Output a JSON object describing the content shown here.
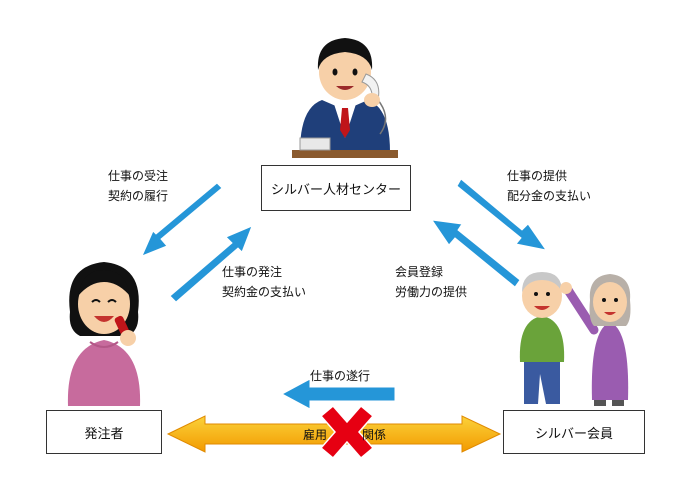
{
  "nodes": {
    "center": "シルバー人材センター",
    "client": "発注者",
    "member": "シルバー会員"
  },
  "labels": {
    "center_to_client": [
      "仕事の受注",
      "契約の履行"
    ],
    "client_to_center": [
      "仕事の発注",
      "契約金の支払い"
    ],
    "center_to_member": [
      "仕事の提供",
      "配分金の支払い"
    ],
    "member_to_center": [
      "会員登録",
      "労働力の提供"
    ],
    "member_to_client": "仕事の遂行",
    "employment_left": "雇用",
    "employment_right": "関係"
  },
  "colors": {
    "arrow_blue": "#2596d8",
    "arrow_yellow": "#f7b600",
    "cross_red": "#e60012"
  },
  "icons": {
    "center": "office-worker-phone-icon",
    "client": "woman-phone-icon",
    "member": "elderly-couple-icon",
    "no_employment": "cross-mark-icon"
  }
}
